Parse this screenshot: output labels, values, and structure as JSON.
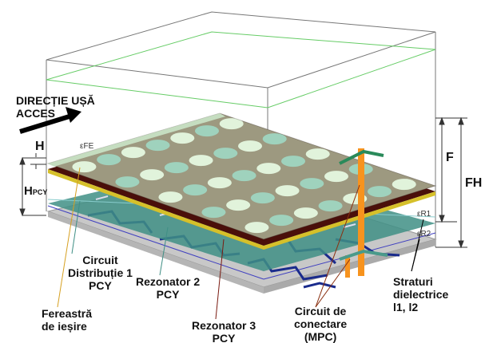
{
  "labels": {
    "direction": [
      "DIRECȚIE UȘĂ",
      "ACCES"
    ],
    "h": "H",
    "hpcy": "H",
    "hpcy_sub": "PCY",
    "f": "F",
    "fh": "FH",
    "eps_fe": "εFE",
    "eps_r1": "εR1",
    "eps_r2": "εR2",
    "circuit": [
      "Circuit",
      "Distribuție 1",
      "PCY"
    ],
    "fereastra": [
      "Fereastră",
      "de ieșire"
    ],
    "rezonator2": [
      "Rezonator 2",
      "PCY"
    ],
    "rezonator3": [
      "Rezonator 3",
      "PCY"
    ],
    "mpc": [
      "Circuit de",
      "conectare",
      "(MPC)"
    ],
    "straturi": [
      "Straturi",
      "dielectrice",
      "l1, l2"
    ]
  },
  "colors": {
    "plate": "#8c7d66",
    "glass": "#cfeecf",
    "brown": "#4a0f0a",
    "gold": "#d6c02a",
    "teal": "#3f8f85",
    "grey": "#c8c8c8",
    "trace": "#1a2b8c",
    "post": "#f7931e"
  }
}
